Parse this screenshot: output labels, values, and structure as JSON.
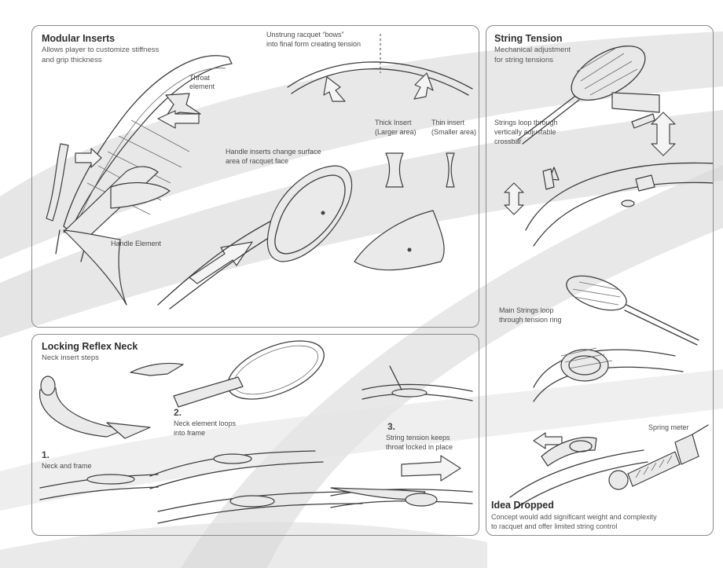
{
  "modular": {
    "title": "Modular Inserts",
    "subtitle_1": "Allows player to customize stiffness",
    "subtitle_2": "and grip thickness",
    "throat_1": "Throat",
    "throat_2": "element",
    "unstrung_1": "Unstrung racquet “bows”",
    "unstrung_2": "into final form creating tension",
    "thick_1": "Thick Insert",
    "thick_2": "(Larger area)",
    "thin_1": "Thin insert",
    "thin_2": "(Smaller area)",
    "handle_inserts_1": "Handle inserts change surface",
    "handle_inserts_2": "area of racquet face",
    "handle_element": "Handle Element"
  },
  "locking": {
    "title": "Locking Reflex Neck",
    "subtitle": "Neck insert steps",
    "step1_num": "1.",
    "step1_text": "Neck and frame",
    "step2_num": "2.",
    "step2_text_1": "Neck element loops",
    "step2_text_2": "into frame",
    "step3_num": "3.",
    "step3_text_1": "String tension keeps",
    "step3_text_2": "throat locked in place"
  },
  "string": {
    "title": "String Tension",
    "subtitle_1": "Mechanical adjustment",
    "subtitle_2": "for string tensions",
    "loop_crossbar_1": "Strings loop through",
    "loop_crossbar_2": "vertically adjustable",
    "loop_crossbar_3": "crossbar",
    "main_strings_1": "Main Strings loop",
    "main_strings_2": "through tension ring",
    "spring_meter": "Spring meter",
    "dropped_title": "Idea Dropped",
    "dropped_1": "Concept would add significant weight and complexity",
    "dropped_2": "to racquet and offer limited string control"
  }
}
